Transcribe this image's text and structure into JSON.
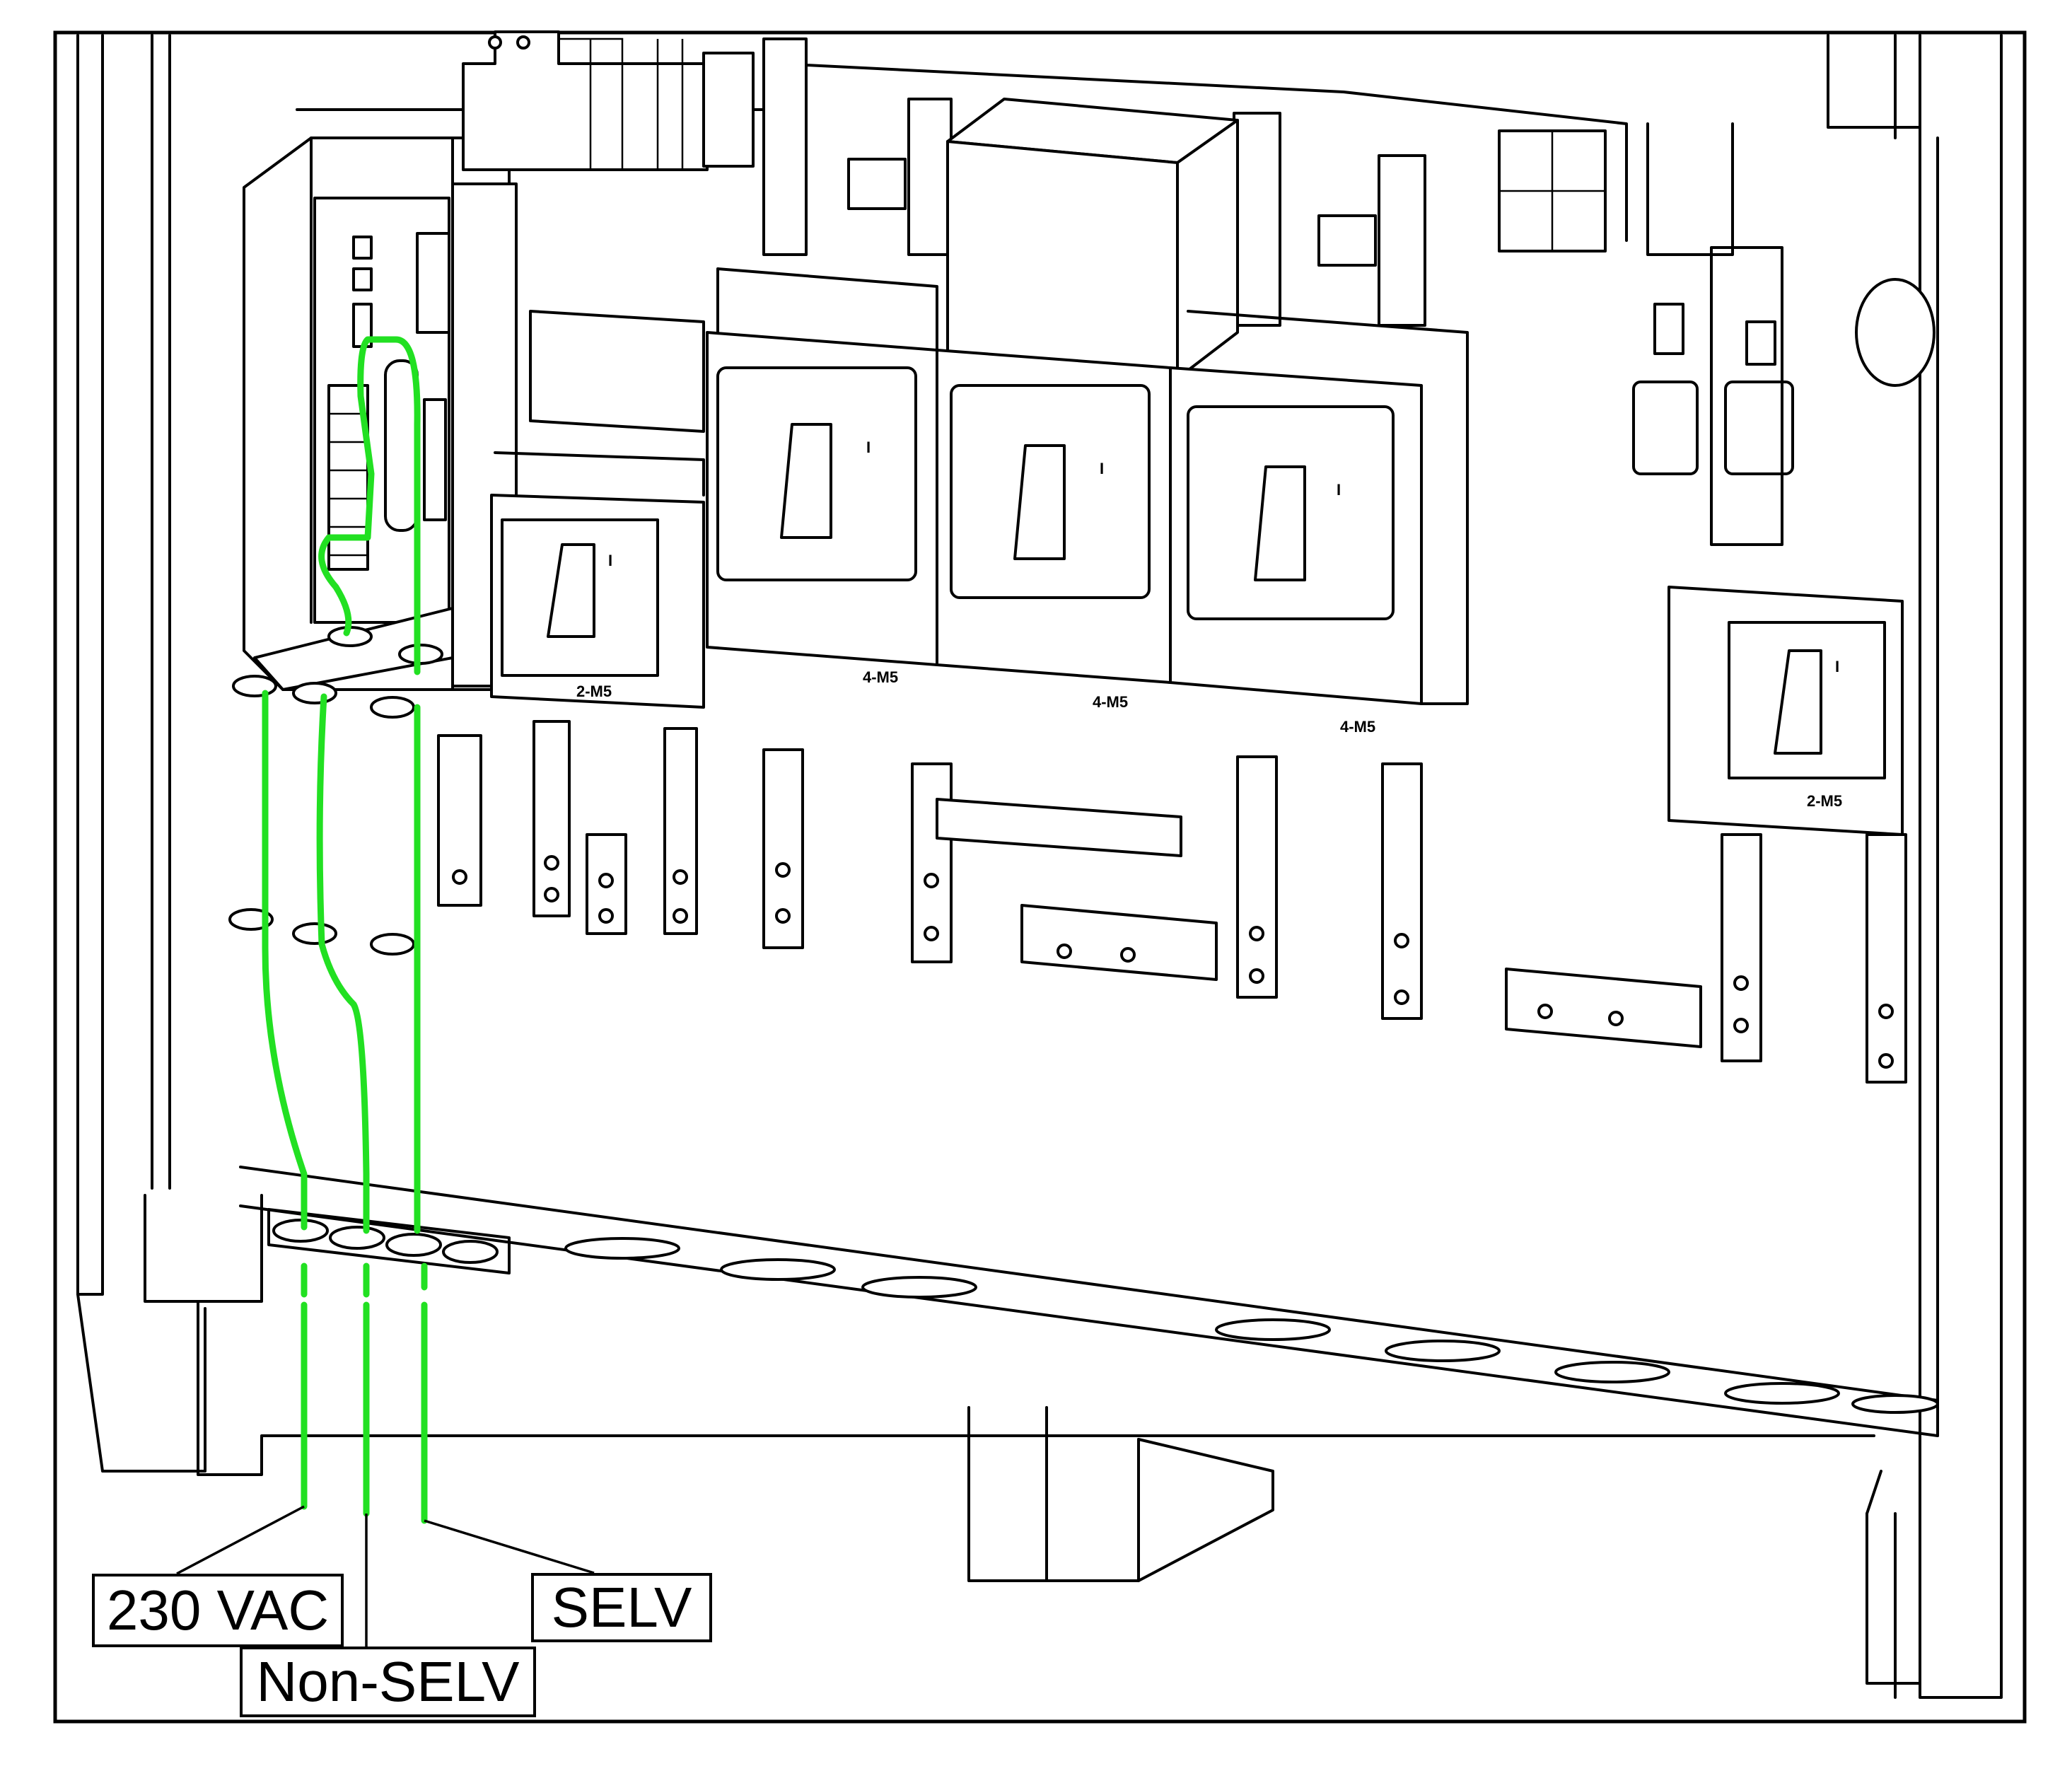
{
  "labels": {
    "vac": "230 VAC",
    "non_selv": "Non-SELV",
    "selv": "SELV"
  },
  "breaker_marks": {
    "on_symbol": "I",
    "small_breaker_code": "2-M5",
    "large_breaker_code": "4-M5"
  },
  "colors": {
    "wire": "#22e022",
    "line": "#000000",
    "background": "#ffffff"
  }
}
